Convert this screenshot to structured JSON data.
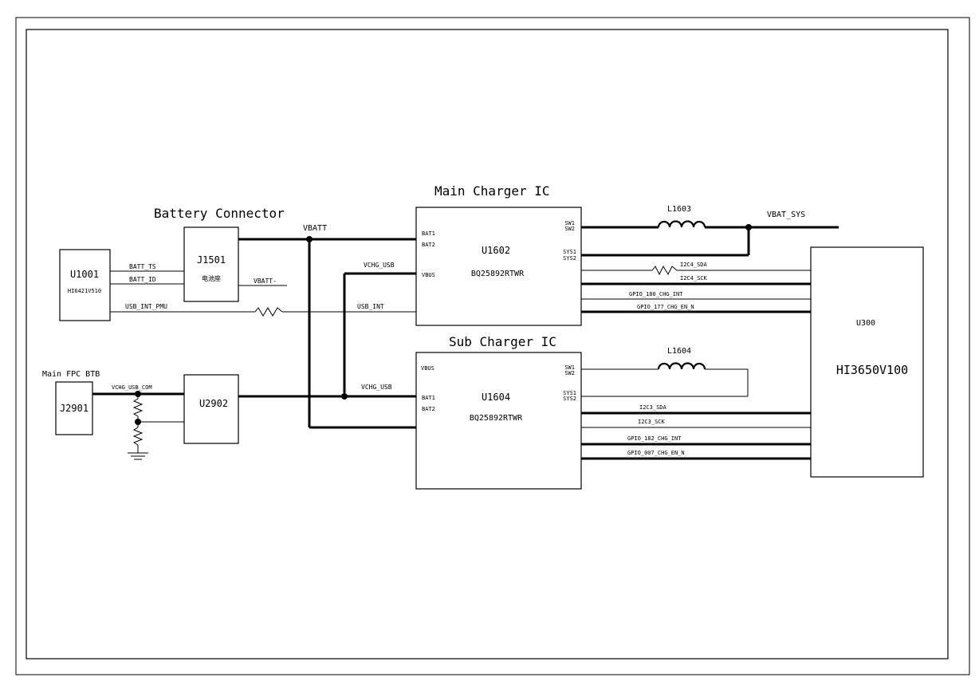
{
  "diagram": {
    "titles": {
      "main_charger": "Main Charger IC",
      "sub_charger": "Sub Charger IC",
      "battery_connector": "Battery Connector",
      "main_fpc": "Main FPC BTB"
    },
    "components": {
      "u1001": {
        "ref": "U1001",
        "part": "HI6421V510"
      },
      "j1501": {
        "ref": "J1501",
        "part": "电池座"
      },
      "j2901": {
        "ref": "J2901"
      },
      "u2902": {
        "ref": "U2902"
      },
      "u1602": {
        "ref": "U1602",
        "part": "BQ25892RTWR"
      },
      "u1604": {
        "ref": "U1604",
        "part": "BQ25892RTWR"
      },
      "u300": {
        "ref": "U300",
        "part": "HI3650V100"
      },
      "l1603": {
        "ref": "L1603"
      },
      "l1604": {
        "ref": "L1604"
      }
    },
    "pins": {
      "u1602": {
        "bat1": "BAT1",
        "bat2": "BAT2",
        "vbus": "VBUS",
        "sw1": "SW1",
        "sw2": "SW2",
        "sys1": "SYS1",
        "sys2": "SYS2"
      },
      "u1604": {
        "vbus": "VBUS",
        "bat1": "BAT1",
        "bat2": "BAT2",
        "sw1": "SW1",
        "sw2": "SW2",
        "sys1": "SYS1",
        "sys2": "SYS2"
      }
    },
    "nets": {
      "vbatt": "VBATT",
      "vbat_sys": "VBAT_SYS",
      "batt_ts": "BATT_TS",
      "batt_id": "BATT_ID",
      "vbatt_minus": "VBATT-",
      "usb_int_pmu": "USB_INT_PMU",
      "usb_int": "USB_INT",
      "vchg_usb_top": "VCHG_USB",
      "vchg_usb_bottom": "VCHG_USB",
      "vchg_usb_com": "VCHG_USB_COM",
      "i2c4_sda": "I2C4_SDA",
      "i2c4_sck": "I2C4_SCK",
      "gpio_180": "GPIO_180_CHG_INT",
      "gpio_177": "GPIO_177_CHG_EN_N",
      "i2c3_sda": "I2C3_SDA",
      "i2c3_sck": "I2C3_SCK",
      "gpio_182": "GPIO_182_CHG_INT",
      "gpio_007": "GPIO_007_CHG_EN_N"
    }
  }
}
